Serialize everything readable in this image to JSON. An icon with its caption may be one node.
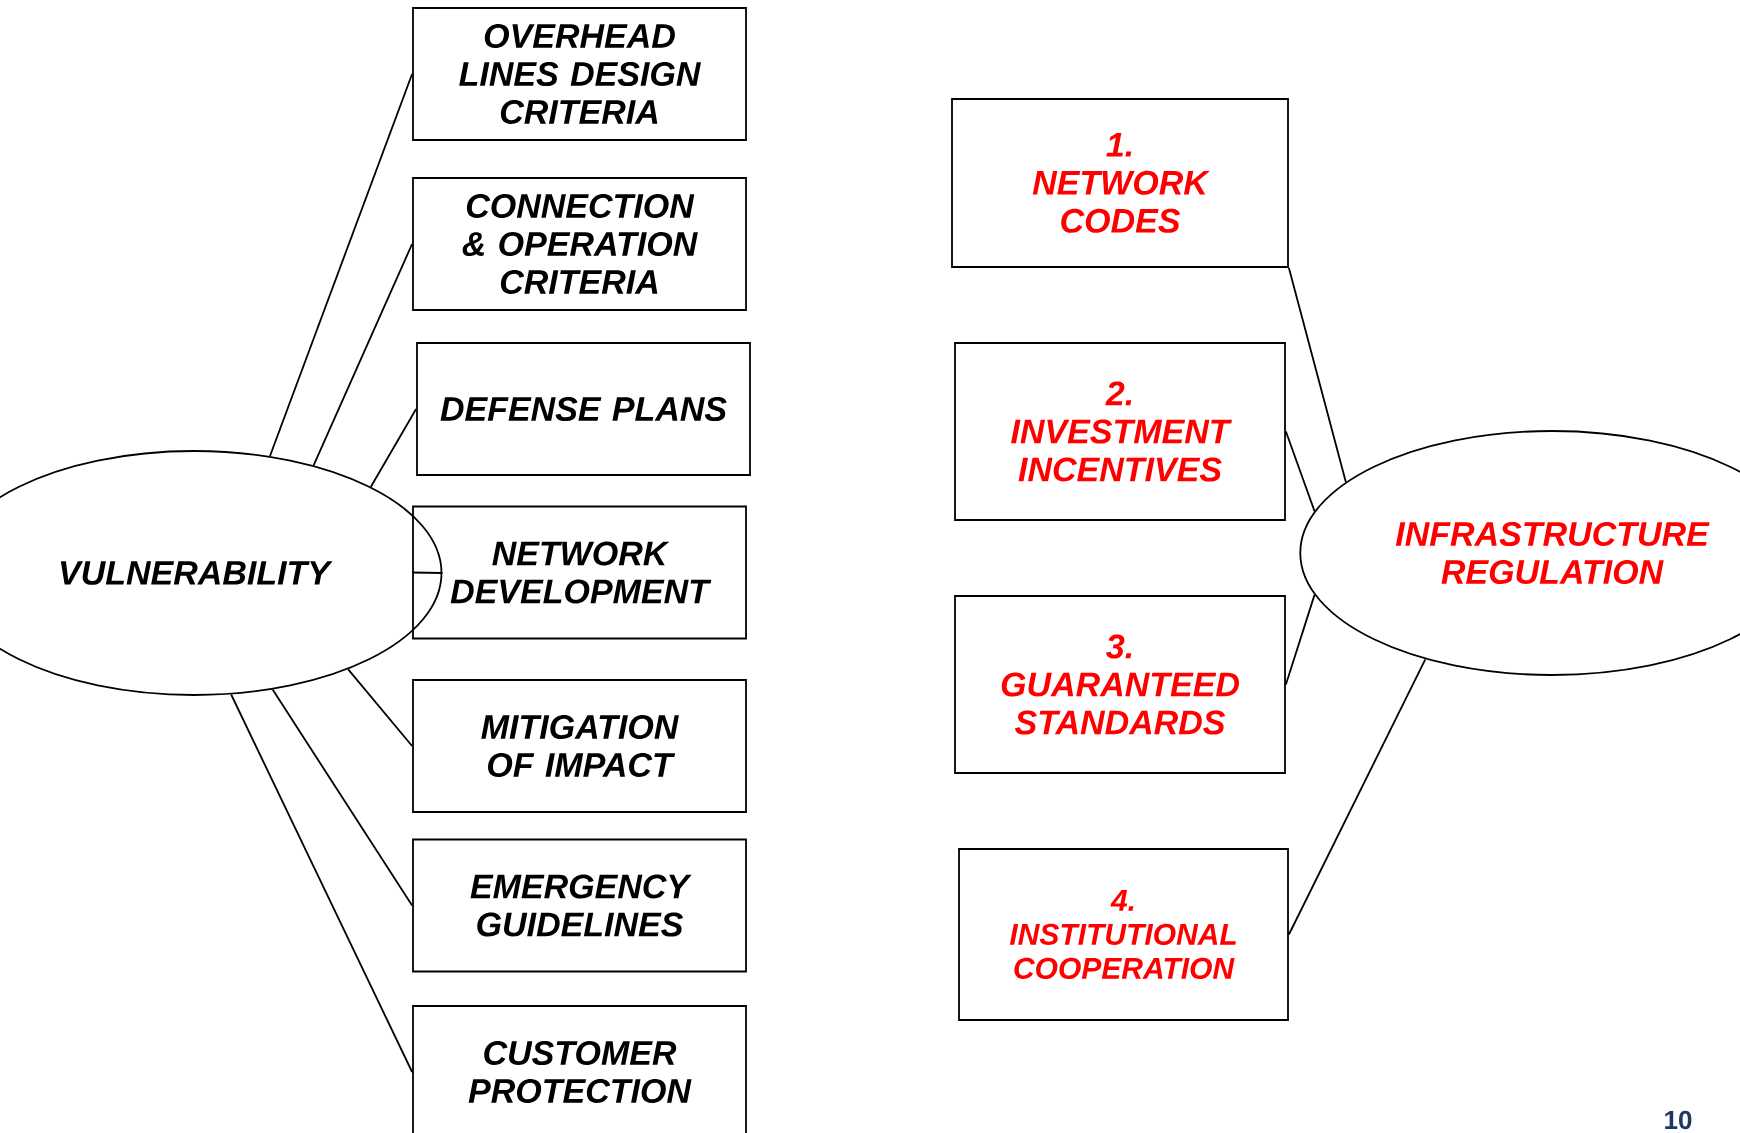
{
  "diagram": {
    "nodes": [
      {
        "text": [
          "VULNERABILITY"
        ]
      },
      {
        "text": [
          "OVERHEAD LINES DESIGN CRITERIA"
        ]
      },
      {
        "text": [
          "CONNECTION & OPERATION CRITERIA"
        ]
      },
      {
        "text": [
          "DEFENSE PLANS"
        ]
      },
      {
        "text": [
          "NETWORK DEVELOPMENT"
        ]
      },
      {
        "text": [
          "MITIGATION OF IMPACT"
        ]
      },
      {
        "text": [
          "EMERGENCY GUIDELINES"
        ]
      },
      {
        "text": [
          "CUSTOMER PROTECTION"
        ]
      },
      {
        "text": [
          "1.",
          "NETWORK CODES"
        ]
      },
      {
        "text": [
          "2.",
          "INVESTMENT INCENTIVES"
        ]
      },
      {
        "text": [
          "3.",
          "GUARANTEED STANDARDS"
        ]
      },
      {
        "text": [
          "4.",
          "INSTITUTIONAL COOPERATION"
        ]
      },
      {
        "text": [
          "INFRASTRUCTURE REGULATION"
        ]
      }
    ],
    "edges": [
      {
        "from": 0,
        "to": 1,
        "arrow": "none"
      },
      {
        "from": 0,
        "to": 2,
        "arrow": "none"
      },
      {
        "from": 0,
        "to": 3,
        "arrow": "none"
      },
      {
        "from": 0,
        "to": 4,
        "arrow": "none"
      },
      {
        "from": 0,
        "to": 5,
        "arrow": "none"
      },
      {
        "from": 0,
        "to": 6,
        "arrow": "none"
      },
      {
        "from": 0,
        "to": 7,
        "arrow": "none"
      },
      {
        "from": 12,
        "to": 8,
        "arrow": "none"
      },
      {
        "from": 12,
        "to": 9,
        "arrow": "none"
      },
      {
        "from": 12,
        "to": 10,
        "arrow": "none"
      },
      {
        "from": 12,
        "to": 11,
        "arrow": "none"
      }
    ],
    "labels": [
      "10"
    ]
  }
}
